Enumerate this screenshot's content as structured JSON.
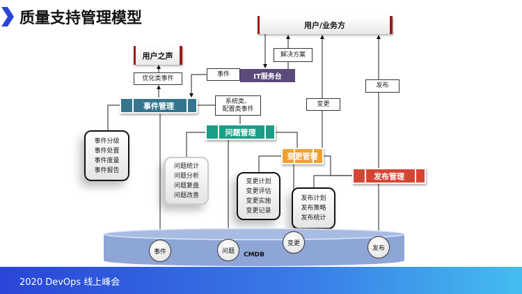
{
  "title": "质量支持管理模型",
  "nodes": {
    "users": "用户/业务方",
    "voice": "用户之声",
    "optimize_events": "优化类事件",
    "event_label": "事件",
    "it_desk": "IT服务台",
    "solution": "解决方案",
    "incident_mgmt": "事件管理",
    "system_events_1": "系统类、",
    "system_events_2": "配置类事件",
    "problem_mgmt": "问题管理",
    "change_label": "变更",
    "release_label": "发布",
    "change_mgmt": "变更管理",
    "release_mgmt": "发布管理"
  },
  "lists": {
    "incident": [
      "事件分级",
      "事件处置",
      "事件度量",
      "事件报告"
    ],
    "problem": [
      "问题统计",
      "问题分析",
      "问题复盘",
      "问题改善"
    ],
    "change": [
      "变更计划",
      "变更评估",
      "变更实施",
      "变更记录"
    ],
    "release": [
      "发布计划",
      "发布策略",
      "发布统计"
    ]
  },
  "cmdb": {
    "label": "CMDB",
    "items": [
      "事件",
      "问题",
      "变更",
      "发布"
    ]
  },
  "footer": "2020 DevOps 线上峰会",
  "colors": {
    "incident": "#35768f",
    "problem": "#1a9e85",
    "change": "#f0a030",
    "release": "#d64533",
    "it": "#5b4a7a",
    "accent": "#9c1c1c"
  }
}
